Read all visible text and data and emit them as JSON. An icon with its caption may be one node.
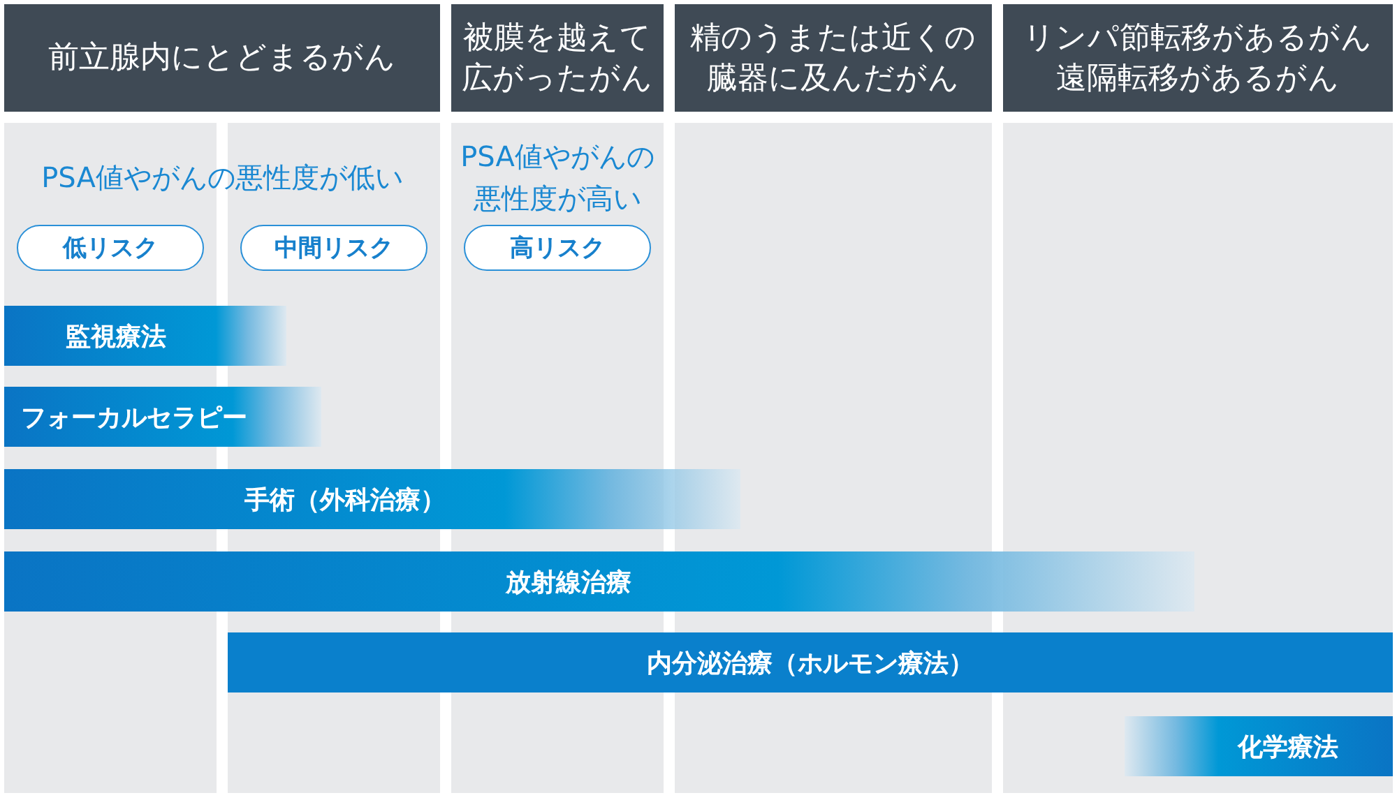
{
  "diagram": {
    "nodes": [
      {
        "text": [
          "前立腺内にとどまるがん"
        ]
      },
      {
        "text": [
          "被膜を越えて広がったがん"
        ]
      },
      {
        "text": [
          "精のうまたは近くの臓器に及んだがん"
        ]
      },
      {
        "text": [
          "リンパ節転移があるがん",
          "遠隔転移があるがん"
        ]
      },
      {
        "text": [],
        "shape": "box"
      },
      {
        "text": [],
        "shape": "box"
      },
      {
        "text": [
          "PSA値やがんの悪性度が高い"
        ]
      },
      {
        "text": [],
        "shape": "box"
      },
      {
        "text": [],
        "shape": "box"
      },
      {
        "text": [
          "低リスク"
        ],
        "in": 4
      },
      {
        "text": [
          "中間リスク"
        ],
        "in": 5
      },
      {
        "text": [
          "高リスク"
        ],
        "in": 6
      },
      {
        "text": [
          "監視療法"
        ]
      },
      {
        "text": [
          "フォーカルセラピー"
        ]
      },
      {
        "text": [
          "手術（外科治療）"
        ]
      },
      {
        "text": [
          "放射線治療"
        ]
      },
      {
        "text": [
          "内分泌治療（ホルモン療法）"
        ]
      },
      {
        "text": [
          "化学療法"
        ],
        "in": 8
      }
    ],
    "labels": [
      "PSA値やがんの悪性度が低い"
    ]
  }
}
